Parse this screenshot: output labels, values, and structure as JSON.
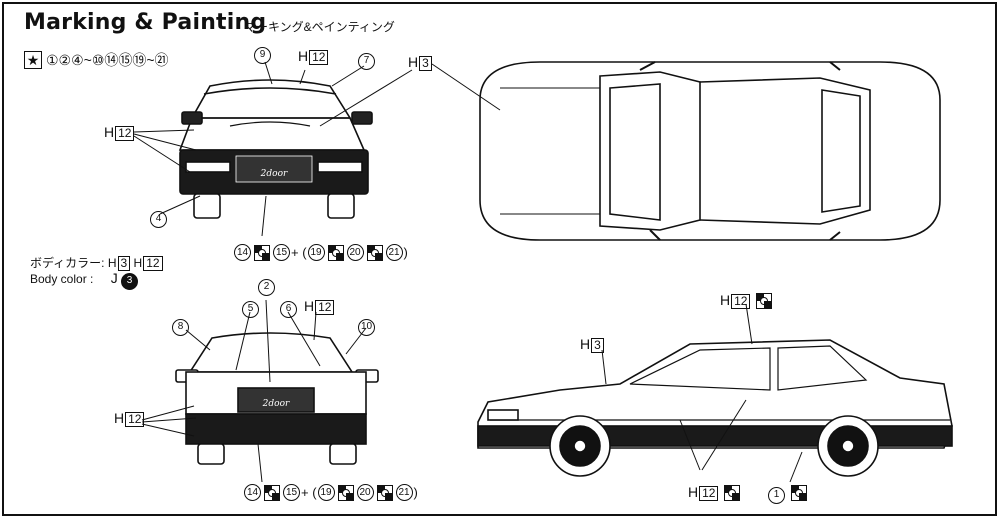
{
  "title": "Marking & Painting",
  "title_jp": "マーキング&ペインティング",
  "parts_list": "①②④~⑩⑭⑮⑲~㉑",
  "body_color": {
    "label_jp": "ボディカラー:",
    "label_en": "Body color :",
    "paint_jp": "H 3 H 12",
    "paint_en_letter": "J",
    "paint_en_num": "3"
  },
  "callouts": {
    "n9": "9",
    "n7": "7",
    "n4": "4",
    "n8": "8",
    "n5": "5",
    "n2": "2",
    "n6": "6",
    "n10": "10",
    "n1": "1",
    "H": "H",
    "v12": "12",
    "v3": "3"
  },
  "decal_seq": {
    "c14": "14",
    "c15": "15",
    "plus": "+ (",
    "c19": "19",
    "c20": "20",
    "c21": "21",
    "close": ")"
  },
  "colors": {
    "ink": "#111111",
    "paper": "#ffffff"
  }
}
